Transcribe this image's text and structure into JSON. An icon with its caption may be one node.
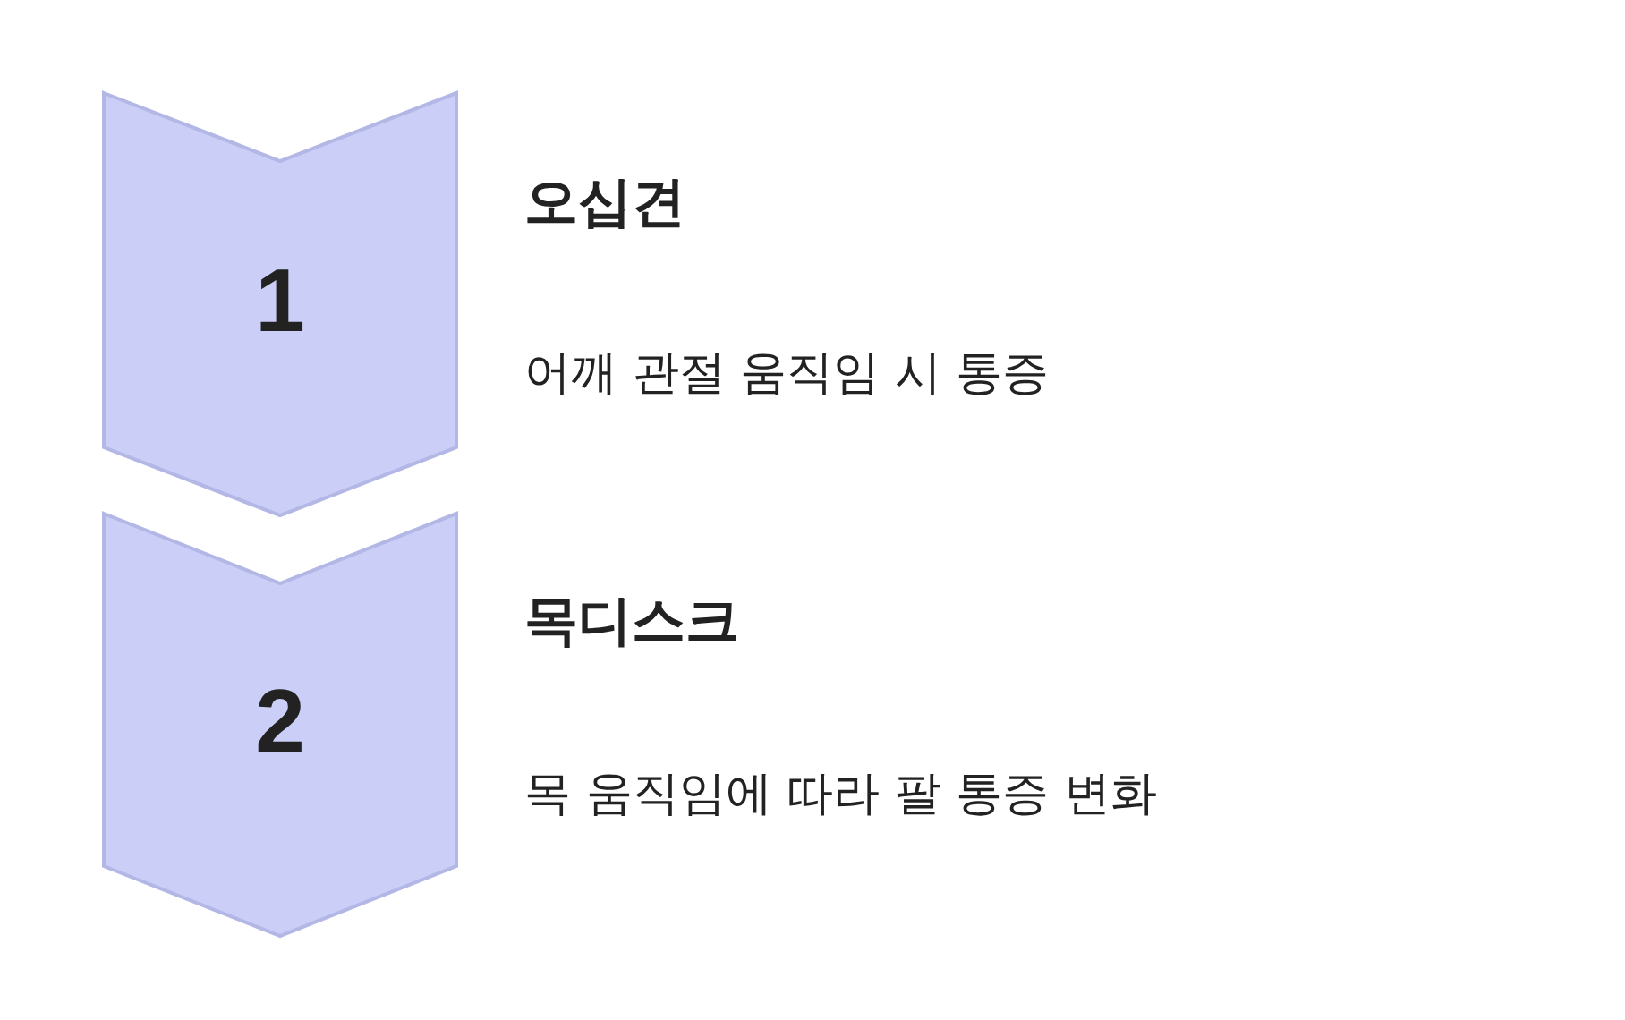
{
  "diagram": {
    "nodes": [
      {
        "text": [
          "1"
        ],
        "beside": [
          "오십견",
          "어깨 관절 움직임 시 통증"
        ]
      },
      {
        "text": [
          "2"
        ],
        "beside": [
          "목디스크",
          "목 움직임에 따라 팔 통증 변화"
        ]
      }
    ]
  }
}
